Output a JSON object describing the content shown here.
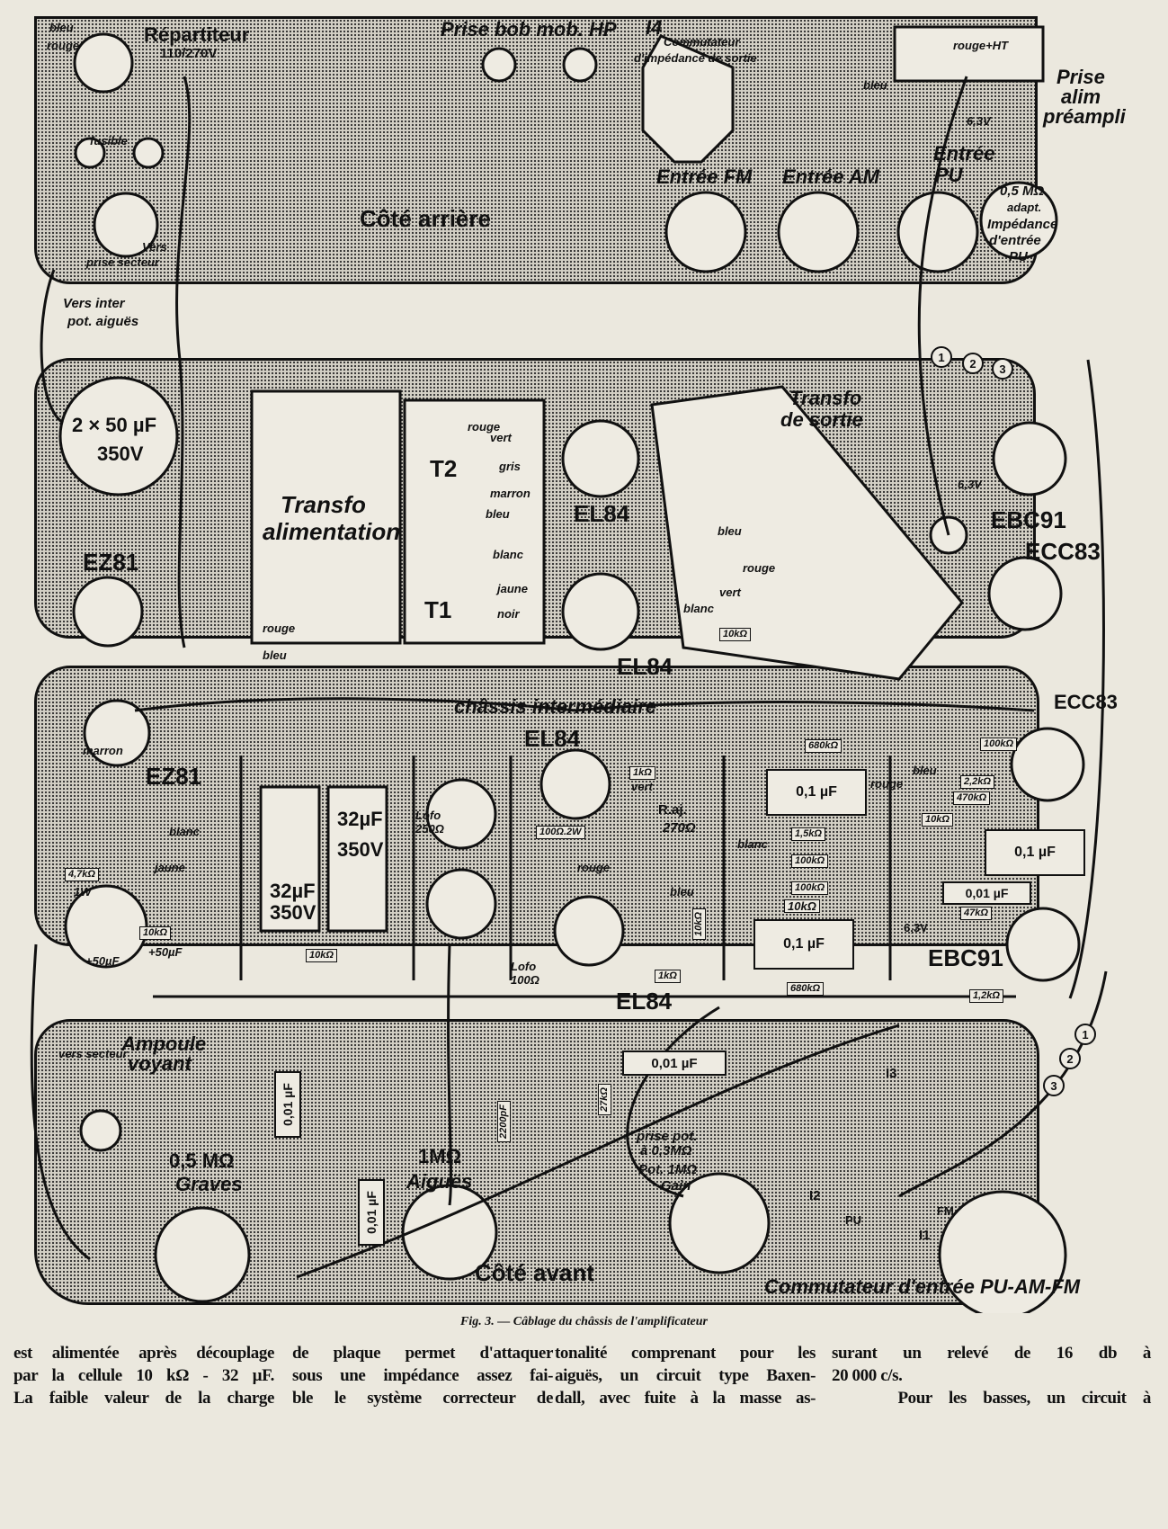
{
  "figure": {
    "caption": "Fig. 3. — Câblage du châssis de l'amplificateur"
  },
  "rear_panel": {
    "title": "Côté arrière",
    "labels": [
      "bleu",
      "rouge",
      "Répartiteur",
      "110/270V",
      "fusible",
      "Vers",
      "prise secteur",
      "Prise bob mob. HP",
      "I4",
      "Commutateur",
      "d'impédance de sortie",
      "rouge+HT",
      "bleu",
      "Prise",
      "alim",
      "préampli",
      "6,3V",
      "Entrée",
      "PU",
      "Entrée FM",
      "Entrée AM",
      "0,5 MΩ",
      "adapt.",
      "Impédance",
      "d'entrée",
      "PU",
      "Vers inter",
      "pot. aiguës"
    ],
    "numbers": [
      "1",
      "2",
      "3"
    ]
  },
  "intermediate_panel": {
    "title": "châssis intermédiaire",
    "labels": [
      "2 × 50 µF",
      "350V",
      "EZ81",
      "Transfo",
      "alimentation",
      "T2",
      "rouge",
      "vert",
      "gris",
      "marron",
      "bleu",
      "T1",
      "blanc",
      "jaune",
      "noir",
      "EL84",
      "EL84",
      "Transfo",
      "de sortie",
      "bleu",
      "rouge",
      "vert",
      "blanc",
      "10kΩ",
      "6,3V",
      "EBC91",
      "ECC83",
      "rouge",
      "bleu"
    ]
  },
  "main_chassis": {
    "labels": [
      "marron",
      "EZ81",
      "blanc",
      "jaune",
      "4,7kΩ",
      "1W",
      "+50µF",
      "+50µF",
      "10kΩ",
      "32µF",
      "350V",
      "32µF",
      "350V",
      "10kΩ",
      "Lofo",
      "250Ω",
      "EL84",
      "1kΩ",
      "vert",
      "R.aj.",
      "270Ω",
      "100Ω.2W",
      "rouge",
      "blanc",
      "bleu",
      "Lofo",
      "100Ω",
      "EL84",
      "1kΩ",
      "680kΩ",
      "0,1 µF",
      "1,5kΩ",
      "100kΩ",
      "100kΩ",
      "10kΩ",
      "0,1 µF",
      "680kΩ",
      "ECC83",
      "100kΩ",
      "rouge",
      "bleu",
      "2,2kΩ",
      "470kΩ",
      "10kΩ",
      "0,1 µF",
      "0,01 µF",
      "47kΩ",
      "6,3V",
      "EBC91",
      "1,2kΩ",
      "vers secteur",
      "10kΩ"
    ],
    "numbers": [
      "1",
      "2",
      "3"
    ]
  },
  "front_panel": {
    "title": "Côté avant",
    "labels": [
      "Ampoule",
      "voyant",
      "0,01 µF",
      "0,5 MΩ",
      "Graves",
      "1MΩ",
      "Aiguës",
      "2200pF",
      "0,01 µF",
      "0,01 µF",
      "27kΩ",
      "prise pot.",
      "à 0,3MΩ",
      "Pot. 1MΩ",
      "Gain",
      "Commutateur d'entrée PU-AM-FM",
      "I3",
      "I2",
      "I1",
      "PU",
      "FM"
    ]
  },
  "article_text": {
    "columns": [
      [
        "est alimentée après découplage",
        "par la cellule 10 kΩ - 32 µF.",
        "La faible valeur de la charge"
      ],
      [
        "de plaque permet d'attaquer",
        "sous une impédance assez fai-",
        "ble le système correcteur de"
      ],
      [
        "tonalité comprenant pour les",
        "aiguës, un circuit type Baxen-",
        "dall, avec fuite à la masse as-"
      ],
      [
        "surant un relevé de 16 db à",
        "20 000 c/s.",
        "    Pour les basses, un circuit à"
      ]
    ]
  },
  "colors": {
    "paper": "#ebe8de",
    "panel": "#d2cfc4",
    "ink": "#111111"
  }
}
